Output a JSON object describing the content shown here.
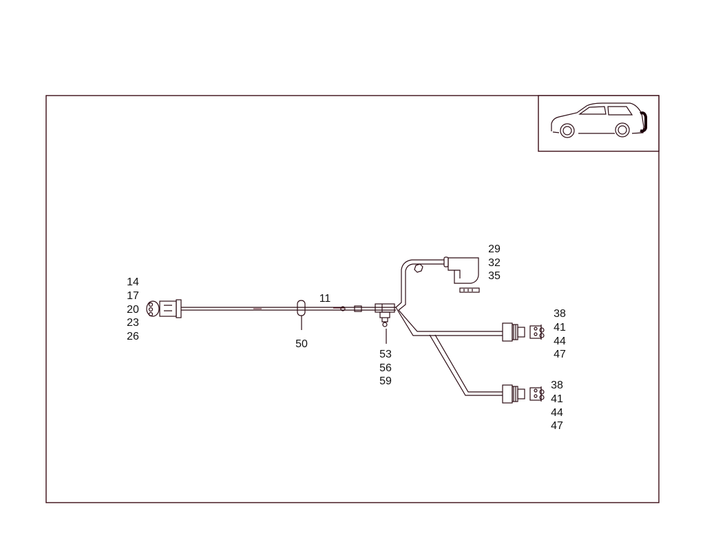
{
  "colors": {
    "line": "#2a0a12",
    "accent": "#7a1020",
    "background": "#ffffff"
  },
  "callouts": {
    "c11": "11",
    "c50": "50",
    "left_connector": [
      "14",
      "17",
      "20",
      "23",
      "26"
    ],
    "center_clip": [
      "53",
      "56",
      "59"
    ],
    "top_connector": [
      "29",
      "32",
      "35"
    ],
    "sensor_upper": [
      "38",
      "41",
      "44",
      "47"
    ],
    "sensor_lower": [
      "38",
      "41",
      "44",
      "47"
    ]
  },
  "thumbnail": {
    "icon": "hatchback-car-rear-icon"
  }
}
